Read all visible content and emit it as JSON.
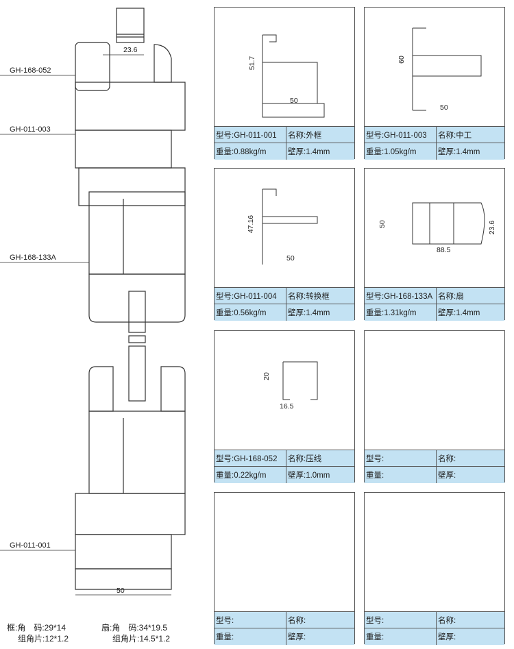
{
  "assembly": {
    "labels": [
      "GH-168-052",
      "GH-011-003",
      "GH-168-133A",
      "GH-011-001"
    ],
    "dim_top": "23.6",
    "dim_bottom": "50"
  },
  "footer": {
    "frame": {
      "corner": "框:角　码:29*14",
      "piece": "组角片:12*1.2"
    },
    "sash": {
      "corner": "扇:角　码:34*19.5",
      "piece": "组角片:14.5*1.2"
    }
  },
  "cards": [
    {
      "model": "型号:GH-011-001",
      "name": "名称:外框",
      "weight": "重量:0.88kg/m",
      "thickness": "壁厚:1.4mm",
      "dims": [
        "51.7",
        "50"
      ]
    },
    {
      "model": "型号:GH-011-003",
      "name": "名称:中工",
      "weight": "重量:1.05kg/m",
      "thickness": "壁厚:1.4mm",
      "dims": [
        "60",
        "50"
      ]
    },
    {
      "model": "型号:GH-011-004",
      "name": "名称:转换框",
      "weight": "重量:0.56kg/m",
      "thickness": "壁厚:1.4mm",
      "dims": [
        "47.16",
        "50"
      ]
    },
    {
      "model": "型号:GH-168-133A",
      "name": "名称:扇",
      "weight": "重量:1.31kg/m",
      "thickness": "壁厚:1.4mm",
      "dims": [
        "50",
        "88.5",
        "23.6"
      ]
    },
    {
      "model": "型号:GH-168-052",
      "name": "名称:压线",
      "weight": "重量:0.22kg/m",
      "thickness": "壁厚:1.0mm",
      "dims": [
        "20",
        "16.5"
      ]
    },
    {
      "model": "型号:",
      "name": "名称:",
      "weight": "重量:",
      "thickness": "壁厚:",
      "dims": []
    },
    {
      "model": "型号:",
      "name": "名称:",
      "weight": "重量:",
      "thickness": "壁厚:",
      "dims": []
    },
    {
      "model": "型号:",
      "name": "名称:",
      "weight": "重量:",
      "thickness": "壁厚:",
      "dims": []
    }
  ]
}
